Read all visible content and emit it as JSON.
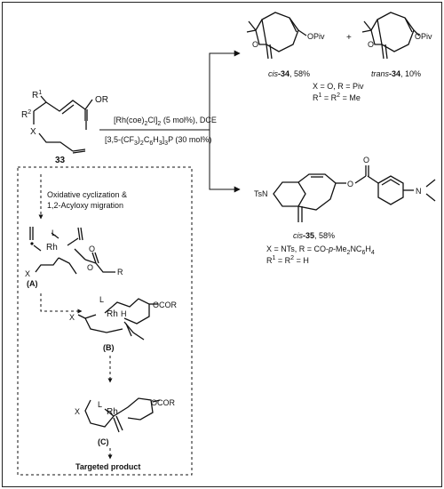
{
  "starting_material": {
    "compound": "33",
    "substituent_r1": "R",
    "sup_r1": "1",
    "substituent_r2": "R",
    "sup_r2": "2",
    "heteroatom": "X",
    "ester_group": "OR"
  },
  "conditions": {
    "catalyst_pre": "[Rh(coe)",
    "catalyst_sub1": "2",
    "catalyst_mid": "Cl]",
    "catalyst_sub2": "2",
    "catalyst_post": " (5 mol%), DCE",
    "ligand_pre": "[3,5-(CF",
    "ligand_sub1": "3",
    "ligand_mid1": ")",
    "ligand_sub2": "2",
    "ligand_mid2": "C",
    "ligand_sub3": "6",
    "ligand_mid3": "H",
    "ligand_sub4": "3",
    "ligand_mid4": "]",
    "ligand_sub5": "3",
    "ligand_post": "P (30 mol%)"
  },
  "product_top": {
    "opiv_left": "OPiv",
    "plus": "+",
    "opiv_right": "OPiv",
    "cis_prefix": "cis",
    "cis_compound": "-34",
    "cis_yield": ", 58%",
    "trans_prefix": "trans",
    "trans_compound": "-34",
    "trans_yield": ", 10%",
    "cond_x": "X = O, R = Piv",
    "cond_r_pre": "R",
    "cond_r_sup1": "1",
    "cond_r_mid": " = R",
    "cond_r_sup2": "2",
    "cond_r_post": " = Me"
  },
  "product_bottom": {
    "tsn": "TsN",
    "ester_o1": "O",
    "ester_o2": "O",
    "amine_n": "N",
    "cis_prefix": "cis",
    "compound": "-35",
    "yield": ", 58%",
    "cond_x_pre": "X = NTs, R = CO-",
    "cond_x_p": "p",
    "cond_x_mid": "-Me",
    "cond_x_sub2": "2",
    "cond_x_nc": "NC",
    "cond_x_sub6": "6",
    "cond_x_h": "H",
    "cond_x_sub4": "4",
    "cond_r_pre": "R",
    "cond_r_sup1": "1",
    "cond_r_mid": " = R",
    "cond_r_sup2": "2",
    "cond_r_post": " = H"
  },
  "mechanism": {
    "step1_line1": "Oxidative cyclization &",
    "step1_line2": "1,2-Acyloxy migration",
    "intA_rh": "Rh",
    "intA_l": "L",
    "intA_x": "X",
    "intA_o1": "O",
    "intA_o2": "O",
    "intA_r": "R",
    "labelA": "(A)",
    "intB_l": "L",
    "intB_rh": "Rh",
    "intB_h": "H",
    "intB_ocor": "OCOR",
    "intB_x": "X",
    "labelB": "(B)",
    "intC_x": "X",
    "intC_l": "L",
    "intC_rh": "Rh",
    "intC_ocor": "OCOR",
    "labelC": "(C)",
    "targeted": "Targeted product"
  }
}
